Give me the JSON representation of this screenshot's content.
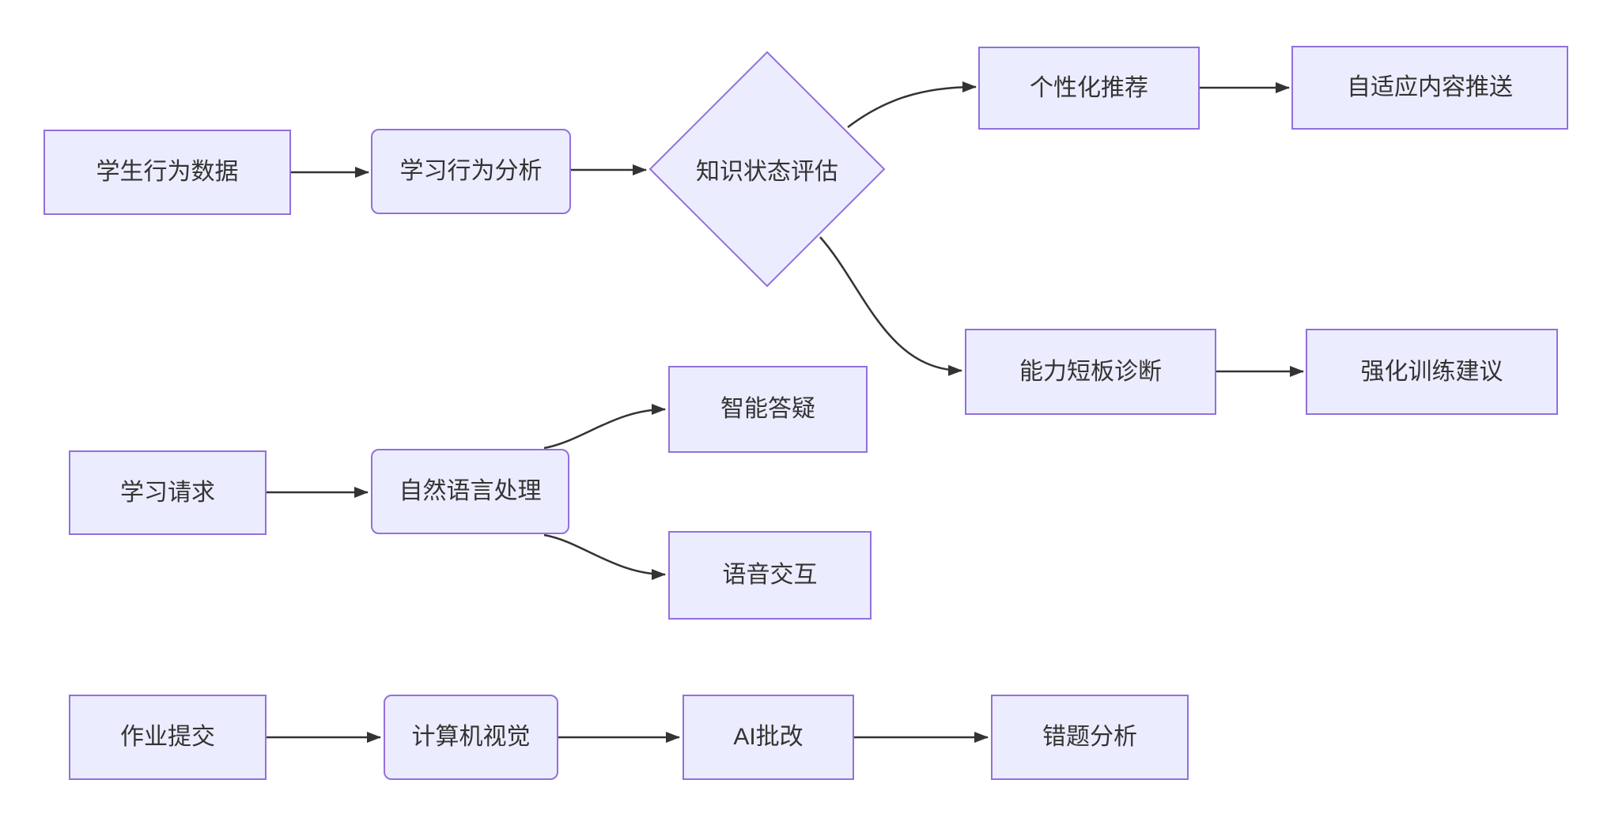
{
  "diagram": {
    "type": "flowchart",
    "direction": "left-to-right",
    "colors": {
      "node_fill": "#ECECFF",
      "node_border": "#9370DB",
      "edge": "#333333",
      "text": "#333333",
      "background": "#FFFFFF"
    },
    "nodes": {
      "student_behavior_data": {
        "label": "学生行为数据",
        "shape": "rectangle"
      },
      "learning_behavior_analysis": {
        "label": "学习行为分析",
        "shape": "rounded"
      },
      "knowledge_state_assessment": {
        "label": "知识状态评估",
        "shape": "diamond"
      },
      "personalized_recommendation": {
        "label": "个性化推荐",
        "shape": "rectangle"
      },
      "adaptive_content_push": {
        "label": "自适应内容推送",
        "shape": "rectangle"
      },
      "ability_gap_diagnosis": {
        "label": "能力短板诊断",
        "shape": "rectangle"
      },
      "reinforcement_training_advice": {
        "label": "强化训练建议",
        "shape": "rectangle"
      },
      "learning_request": {
        "label": "学习请求",
        "shape": "rectangle"
      },
      "natural_language_processing": {
        "label": "自然语言处理",
        "shape": "rounded"
      },
      "intelligent_qa": {
        "label": "智能答疑",
        "shape": "rectangle"
      },
      "voice_interaction": {
        "label": "语音交互",
        "shape": "rectangle"
      },
      "homework_submission": {
        "label": "作业提交",
        "shape": "rectangle"
      },
      "computer_vision": {
        "label": "计算机视觉",
        "shape": "rounded"
      },
      "ai_grading": {
        "label": "AI批改",
        "shape": "rectangle"
      },
      "wrong_question_analysis": {
        "label": "错题分析",
        "shape": "rectangle"
      }
    },
    "edges": [
      {
        "from": "student_behavior_data",
        "to": "learning_behavior_analysis"
      },
      {
        "from": "learning_behavior_analysis",
        "to": "knowledge_state_assessment"
      },
      {
        "from": "knowledge_state_assessment",
        "to": "personalized_recommendation"
      },
      {
        "from": "personalized_recommendation",
        "to": "adaptive_content_push"
      },
      {
        "from": "knowledge_state_assessment",
        "to": "ability_gap_diagnosis"
      },
      {
        "from": "ability_gap_diagnosis",
        "to": "reinforcement_training_advice"
      },
      {
        "from": "learning_request",
        "to": "natural_language_processing"
      },
      {
        "from": "natural_language_processing",
        "to": "intelligent_qa"
      },
      {
        "from": "natural_language_processing",
        "to": "voice_interaction"
      },
      {
        "from": "homework_submission",
        "to": "computer_vision"
      },
      {
        "from": "computer_vision",
        "to": "ai_grading"
      },
      {
        "from": "ai_grading",
        "to": "wrong_question_analysis"
      }
    ]
  }
}
